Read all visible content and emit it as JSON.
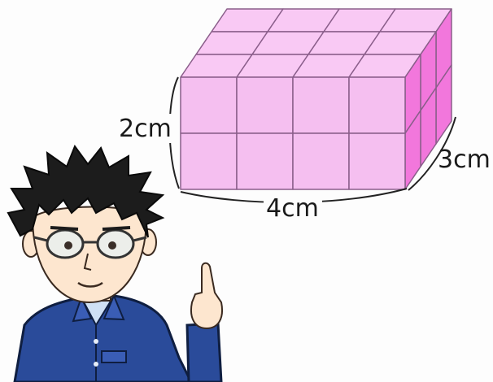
{
  "cuboid": {
    "length_cubes": 4,
    "width_cubes": 3,
    "height_cubes": 2,
    "colors": {
      "front": "#f5bff0",
      "top": "#f9c9f4",
      "side": "#f277dc",
      "edge": "#8a5e8a"
    }
  },
  "labels": {
    "height": "2cm",
    "length": "4cm",
    "width": "3cm"
  },
  "character": {
    "name": "teacher-boy-illustration",
    "shirt_color": "#2a4b9a",
    "hair_color": "#1c1c1c"
  }
}
